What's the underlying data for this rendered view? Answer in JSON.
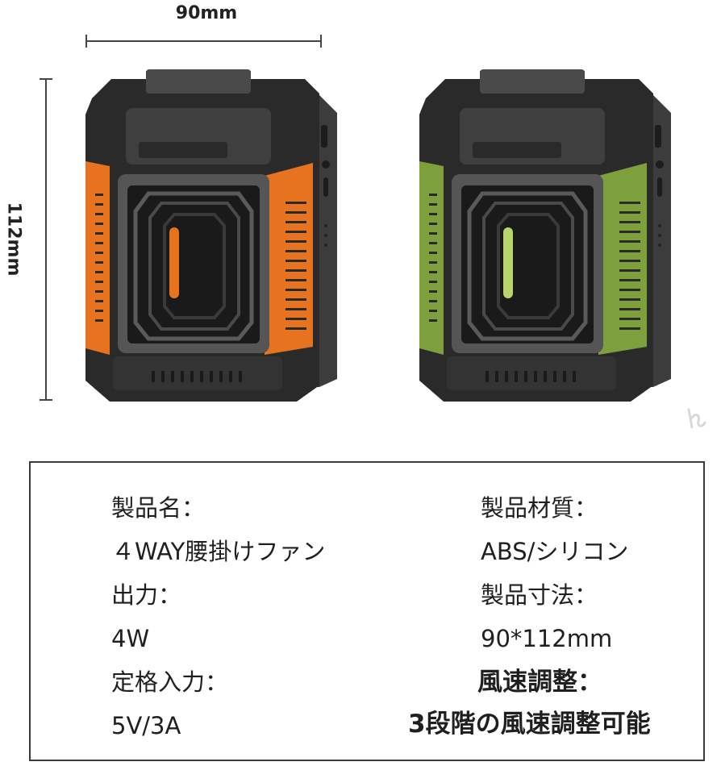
{
  "dimensions": {
    "width_label": "90mm",
    "height_label": "112mm"
  },
  "products": [
    {
      "variant": "orange",
      "accent_color": "#e8731f"
    },
    {
      "variant": "green",
      "accent_color": "#7da03c"
    }
  ],
  "specs": {
    "name_label": "製品名：",
    "name_value": "４WAY腰掛けファン",
    "output_label": "出力：",
    "output_value": "4W",
    "rated_input_label": "定格入力：",
    "rated_input_value": "5V/3A",
    "material_label": "製品材質：",
    "material_value": "ABS/シリコン",
    "size_label": "製品寸法：",
    "size_value": "90*112mm",
    "wind_speed_label": "風速調整：",
    "wind_speed_value": "3段階の風速調整可能"
  },
  "colors": {
    "body": "#2b2b2b",
    "frame": "#4a4a4a",
    "border": "#3a3a3a"
  }
}
